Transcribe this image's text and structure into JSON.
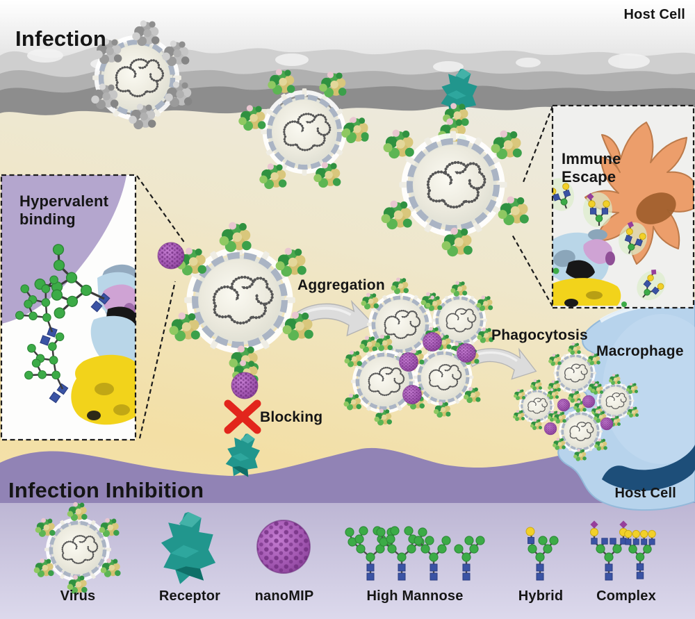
{
  "figure": {
    "top_section_label": "Infection",
    "host_cell_top": "Host Cell",
    "bottom_section_label": "Infection Inhibition",
    "host_cell_bottom": "Host Cell"
  },
  "insets": {
    "hypervalent": {
      "line1": "Hypervalent",
      "line2": "binding"
    },
    "immune_escape": {
      "line1": "Immune",
      "line2": "Escape"
    }
  },
  "process_labels": {
    "aggregation": "Aggregation",
    "blocking": "Blocking",
    "phagocytosis": "Phagocytosis",
    "macrophage": "Macrophage"
  },
  "legend": {
    "items": [
      {
        "label": "Virus",
        "icon": "virus-icon"
      },
      {
        "label": "Receptor",
        "icon": "receptor-icon"
      },
      {
        "label": "nanoMIP",
        "icon": "nanomip-icon"
      },
      {
        "label": "High Mannose",
        "icon": "high-mannose-glycan-icon"
      },
      {
        "label": "Hybrid",
        "icon": "hybrid-glycan-icon"
      },
      {
        "label": "Complex",
        "icon": "complex-glycan-icon"
      }
    ]
  },
  "colors": {
    "nanomip_purple": "#a055af",
    "receptor_teal": "#21968d",
    "mannose_green": "#3cab47",
    "glcnac_blue": "#3a53a4",
    "galactose_yellow": "#f2d029",
    "sialic_acid_purple": "#963f9b",
    "membrane_band_purple": "#9183b5",
    "macrophage_blue": "#b7d3ec",
    "immune_cell_orange": "#ec9e6b",
    "blocking_red": "#e2251c",
    "background_yellow": "#f3dfa5",
    "membrane_gray": "#8d8d8d"
  }
}
